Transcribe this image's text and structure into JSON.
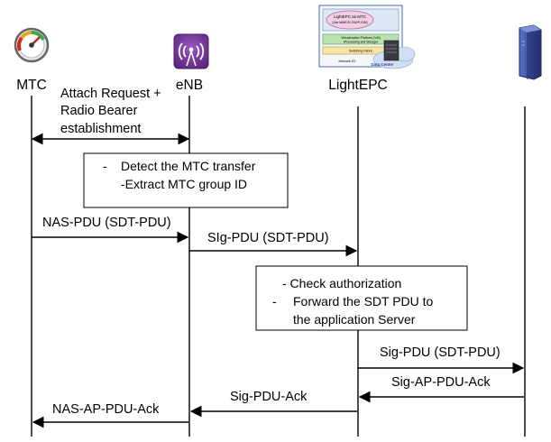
{
  "participants": [
    {
      "label": "MTC",
      "icon": "gauge-icon"
    },
    {
      "label": "eNB",
      "icon": "antenna-icon"
    },
    {
      "label": "LightEPC",
      "icon": "lightepc-architecture-icon"
    },
    {
      "label": "",
      "icon": "server-icon"
    }
  ],
  "lightepc_icon_text": {
    "title": "LightEPC as MTC",
    "subtitle": "(Lite MME/S-GW/P-GW)",
    "layer1": "Virtualization Platform (VM)",
    "layer2": "(Processing and Storage)",
    "layer3": "Switching Fabric",
    "layer4": "Network I/O",
    "datacenter": "Data Center"
  },
  "messages": [
    {
      "lines": [
        "Attach Request +",
        "Radio Bearer",
        "establishment"
      ]
    },
    {
      "lines": [
        "NAS-PDU (SDT-PDU)"
      ]
    },
    {
      "lines": [
        "SIg-PDU (SDT-PDU)"
      ]
    },
    {
      "lines": [
        "Sig-PDU (SDT-PDU)"
      ]
    },
    {
      "lines": [
        "Sig-AP-PDU-Ack"
      ]
    },
    {
      "lines": [
        "Sig-PDU-Ack"
      ]
    },
    {
      "lines": [
        "NAS-AP-PDU-Ack"
      ]
    }
  ],
  "notes": [
    {
      "bullets": [
        "Detect the MTC transfer",
        "-Extract MTC group ID"
      ]
    },
    {
      "lines": [
        "- Check authorization"
      ],
      "bullet": "Forward the SDT PDU to",
      "continuation": "the application Server"
    }
  ],
  "colors": {
    "antenna": "#6f2d91",
    "server": "#2d3f8a",
    "gauge_red": "#d42a1e",
    "gauge_green": "#3ea548"
  }
}
